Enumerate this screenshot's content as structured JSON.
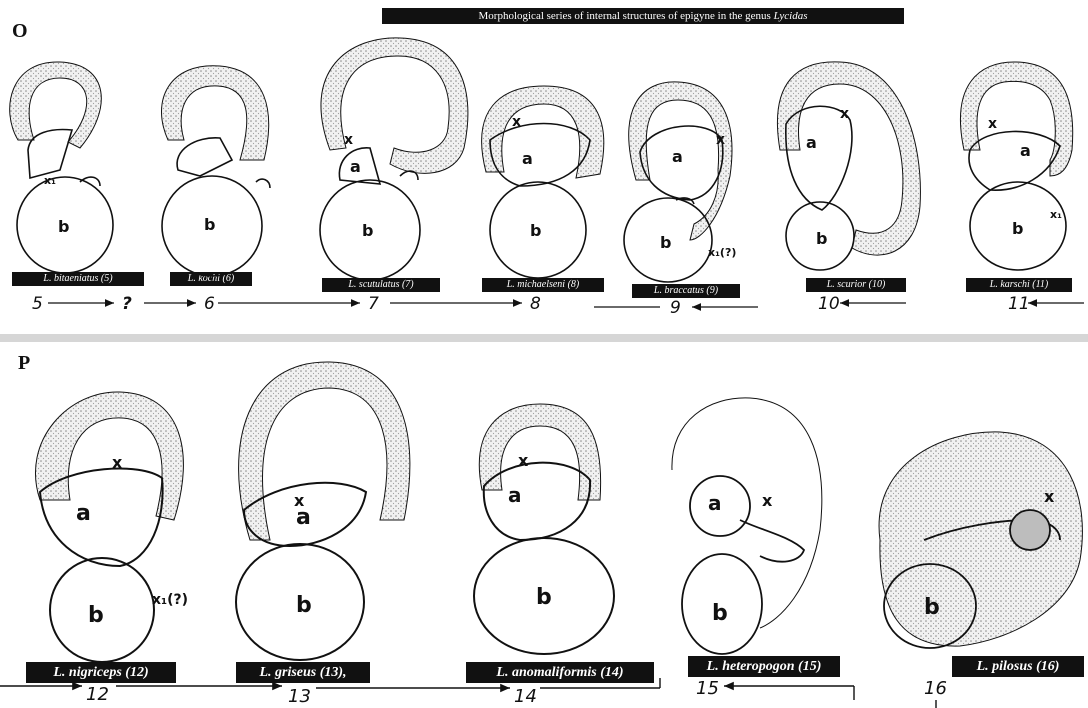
{
  "title_prefix": "Morphological series of internal structures of epigyne in the genus ",
  "title_genus": "Lycidas",
  "panel_o": {
    "letter": "O",
    "species": [
      "L. bitaeniatus (5)",
      "L. kochi (6)",
      "L. scutulatus (7)",
      "L. michaelseni (8)",
      "L. braccatus (9)",
      "L. scurior (10)",
      "L. karschi (11)"
    ],
    "series": [
      "5",
      "?",
      "6",
      "7",
      "8",
      "9",
      "10",
      "11"
    ]
  },
  "panel_p": {
    "letter": "P",
    "species": [
      "L. nigriceps (12)",
      "L. griseus (13),",
      "L. anomaliformis (14)",
      "L. heteropogon (15)",
      "L. pilosus (16)"
    ],
    "series": [
      "12",
      "13",
      "14",
      "15",
      "16"
    ]
  },
  "part_labels": {
    "a": "a",
    "b": "b",
    "x": "x",
    "x1": "x₁",
    "x1q": "x₁(?)"
  },
  "colors": {
    "ink": "#111111",
    "stipple": "#cfcfcf",
    "divider": "#d6d6d6"
  }
}
